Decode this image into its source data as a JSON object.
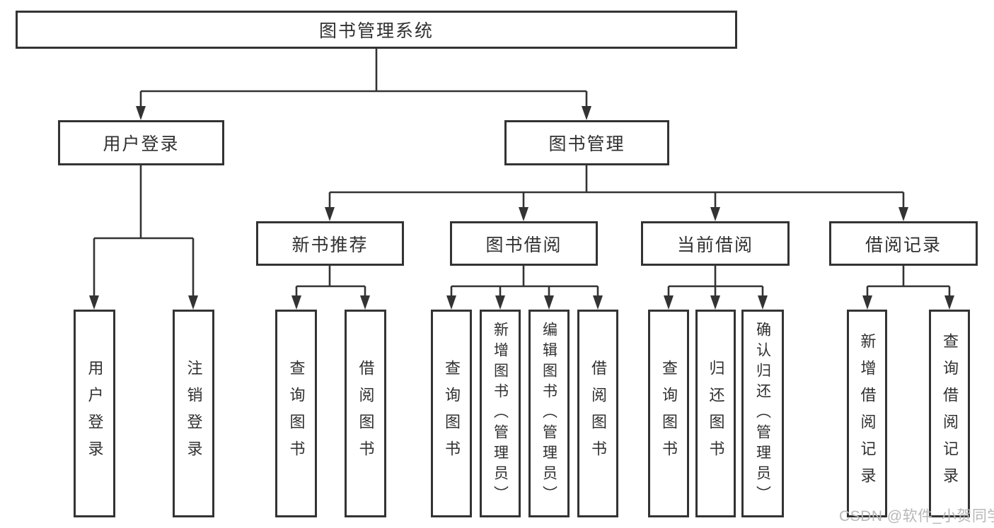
{
  "diagram_title": "图书管理系统",
  "tree": {
    "label": "图书管理系统",
    "children": [
      {
        "label": "用户登录",
        "children": [
          {
            "label": "用户登录"
          },
          {
            "label": "注销登录"
          }
        ]
      },
      {
        "label": "图书管理",
        "children": [
          {
            "label": "新书推荐",
            "children": [
              {
                "label": "查询图书"
              },
              {
                "label": "借阅图书"
              }
            ]
          },
          {
            "label": "图书借阅",
            "children": [
              {
                "label": "查询图书"
              },
              {
                "label": "新增图书（管理员）"
              },
              {
                "label": "编辑图书（管理员）"
              },
              {
                "label": "借阅图书"
              }
            ]
          },
          {
            "label": "当前借阅",
            "children": [
              {
                "label": "查询图书"
              },
              {
                "label": "归还图书"
              },
              {
                "label": "确认归还（管理员）"
              }
            ]
          },
          {
            "label": "借阅记录",
            "children": [
              {
                "label": "新增借阅记录"
              },
              {
                "label": "查询借阅记录"
              }
            ]
          }
        ]
      }
    ]
  },
  "watermark": {
    "text": "CSDN @软件_小贺同学"
  },
  "colors": {
    "line": "#333333",
    "text": "#303030",
    "watermark": "#b7b7b7",
    "background": "#ffffff"
  }
}
